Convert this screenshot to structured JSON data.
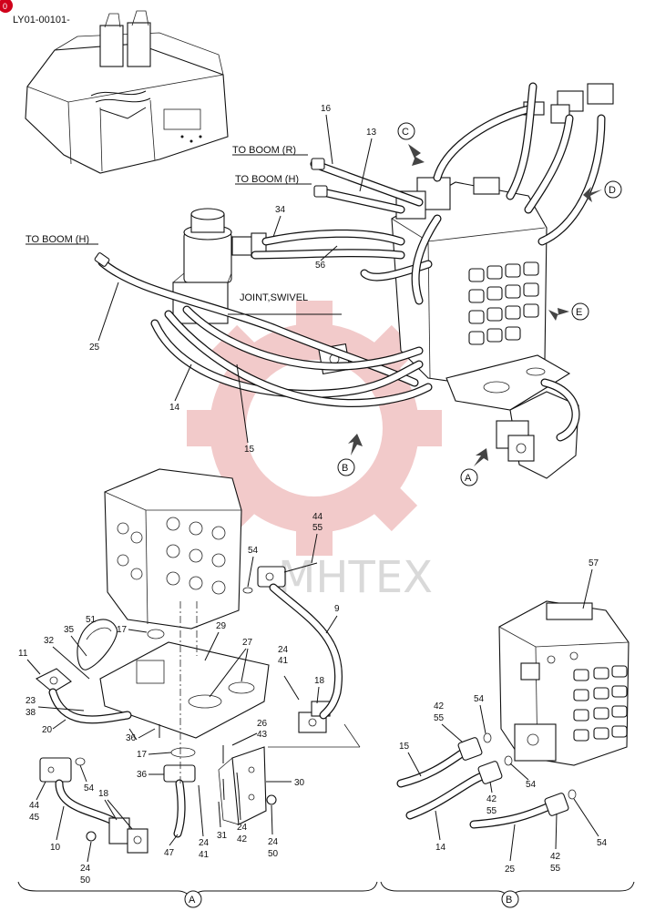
{
  "diagram": {
    "code": "LY01-00101-",
    "page_badge": "0",
    "watermark": "MHTEX",
    "section_labels": {
      "a": "A",
      "b": "B"
    },
    "view_markers": [
      "A",
      "B",
      "C",
      "D",
      "E"
    ],
    "texts": {
      "to_boom_r": "TO BOOM (R)",
      "to_boom_h_upper": "TO BOOM (H)",
      "to_boom_h_left": "TO BOOM (H)",
      "joint_swivel": "JOINT,SWIVEL"
    },
    "callouts": {
      "top": [
        "16",
        "13",
        "34",
        "56",
        "25",
        "14",
        "15"
      ],
      "section_a": [
        "54",
        "44",
        "55",
        "9",
        "24",
        "41",
        "18",
        "17",
        "29",
        "27",
        "51",
        "35",
        "32",
        "11",
        "23",
        "38",
        "20",
        "36",
        "26",
        "43",
        "17",
        "36",
        "30",
        "54",
        "44",
        "45",
        "10",
        "18",
        "31",
        "24",
        "42",
        "24",
        "50",
        "47",
        "24",
        "41",
        "24",
        "50"
      ],
      "section_b": [
        "57",
        "42",
        "55",
        "54",
        "15",
        "42",
        "55",
        "54",
        "14",
        "25",
        "42",
        "55",
        "54"
      ]
    },
    "colors": {
      "line": "#111111",
      "watermark": "#e8a0a0",
      "badge": "#d0021b"
    }
  }
}
